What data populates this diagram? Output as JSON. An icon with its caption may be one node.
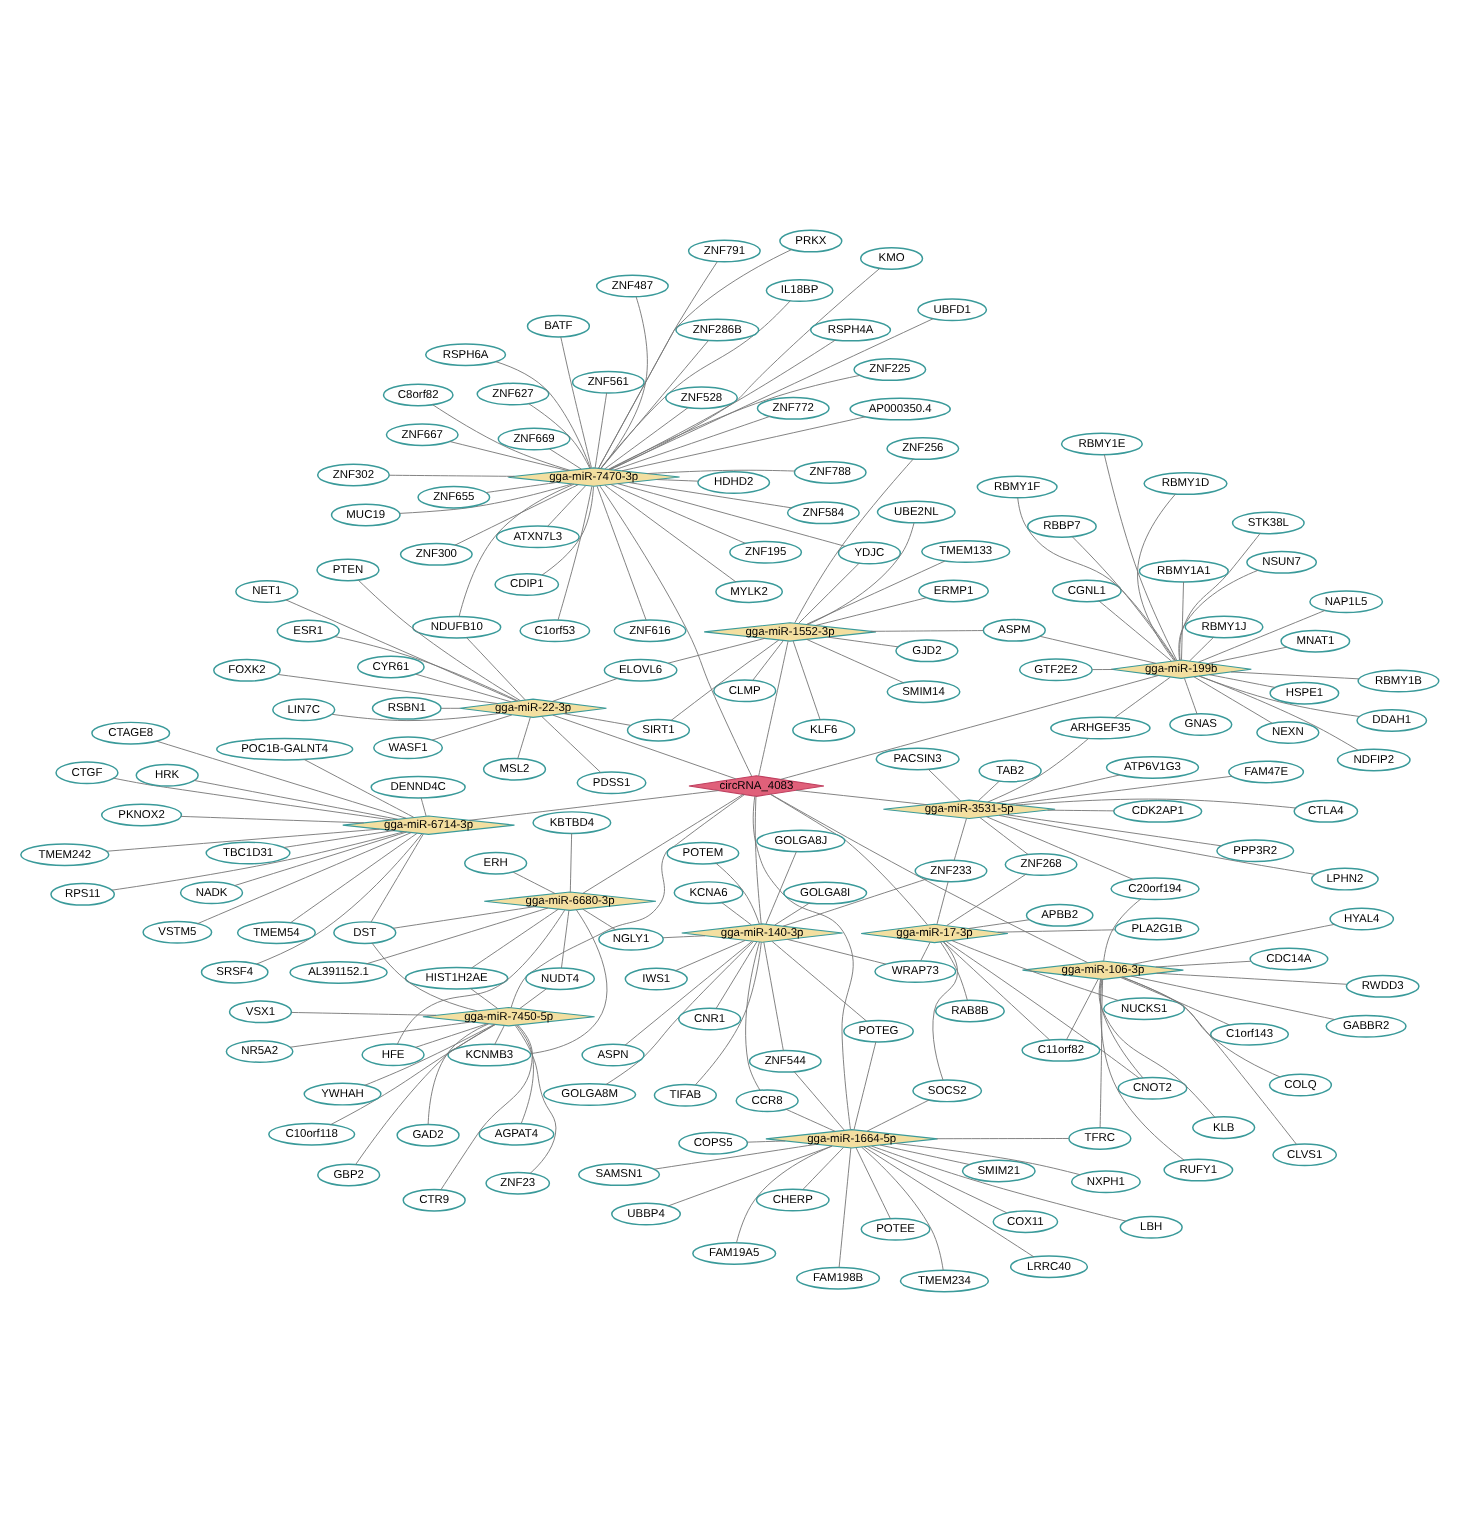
{
  "diagram": {
    "nodes": [
      {
        "text": [
          "circRNA_4083"
        ]
      },
      {
        "text": [
          "gga-miR-7470-3p"
        ]
      },
      {
        "text": [
          "gga-miR-199b"
        ]
      },
      {
        "text": [
          "gga-miR-1552-3p"
        ]
      },
      {
        "text": [
          "gga-miR-22-3p"
        ]
      },
      {
        "text": [
          "gga-miR-6714-3p"
        ]
      },
      {
        "text": [
          "gga-miR-3531-5p"
        ]
      },
      {
        "text": [
          "gga-miR-6680-3p"
        ]
      },
      {
        "text": [
          "gga-miR-7450-5p"
        ]
      },
      {
        "text": [
          "gga-miR-17-3p"
        ]
      },
      {
        "text": [
          "gga-miR-140-3p"
        ]
      },
      {
        "text": [
          "gga-miR-106-3p"
        ]
      },
      {
        "text": [
          "gga-miR-1664-5p"
        ]
      },
      {
        "text": [
          "ZNF772"
        ]
      },
      {
        "text": [
          "ZNF791"
        ]
      },
      {
        "text": [
          "MYLK2"
        ]
      },
      {
        "text": [
          "ZNF195"
        ]
      },
      {
        "text": [
          "C8orf82"
        ]
      },
      {
        "text": [
          "ZNF302"
        ]
      },
      {
        "text": [
          "ZNF667"
        ]
      },
      {
        "text": [
          "ATXN7L3"
        ]
      },
      {
        "text": [
          "ZNF300"
        ]
      },
      {
        "text": [
          "IL18BP"
        ]
      },
      {
        "text": [
          "KMO"
        ]
      },
      {
        "text": [
          "ZNF487"
        ]
      },
      {
        "text": [
          "ZNF616"
        ]
      },
      {
        "text": [
          "UBFD1"
        ]
      },
      {
        "text": [
          "ZNF669"
        ]
      },
      {
        "text": [
          "C1orf53"
        ]
      },
      {
        "text": [
          "ZNF584"
        ]
      },
      {
        "text": [
          "ZNF286B"
        ]
      },
      {
        "text": [
          "ZNF528"
        ]
      },
      {
        "text": [
          "CDIP1"
        ]
      },
      {
        "text": [
          "ZNF627"
        ]
      },
      {
        "text": [
          "RSPH4A"
        ]
      },
      {
        "text": [
          "HDHD2"
        ]
      },
      {
        "text": [
          "ZNF561"
        ]
      },
      {
        "text": [
          "PRKX"
        ]
      },
      {
        "text": [
          "YDJC"
        ]
      },
      {
        "text": [
          "MUC19"
        ]
      },
      {
        "text": [
          "BATF"
        ]
      },
      {
        "text": [
          "RSPH6A"
        ]
      },
      {
        "text": [
          "ZNF655"
        ]
      },
      {
        "text": [
          "ZNF225"
        ]
      },
      {
        "text": [
          "AP000350.4"
        ]
      },
      {
        "text": [
          "NDUFB10"
        ]
      },
      {
        "text": [
          "ZNF788"
        ]
      },
      {
        "text": [
          "ZNF256"
        ]
      },
      {
        "text": [
          "DDAH1"
        ]
      },
      {
        "text": [
          "NDFIP2"
        ]
      },
      {
        "text": [
          "CGNL1"
        ]
      },
      {
        "text": [
          "RBMY1B"
        ]
      },
      {
        "text": [
          "STK38L"
        ]
      },
      {
        "text": [
          "RBMY1D"
        ]
      },
      {
        "text": [
          "NSUN7"
        ]
      },
      {
        "text": [
          "NEXN"
        ]
      },
      {
        "text": [
          "GNAS"
        ]
      },
      {
        "text": [
          "RBMY1F"
        ]
      },
      {
        "text": [
          "MNAT1"
        ]
      },
      {
        "text": [
          "RBBP7"
        ]
      },
      {
        "text": [
          "RBMY1A1"
        ]
      },
      {
        "text": [
          "RBMY1E"
        ]
      },
      {
        "text": [
          "GTF2E2"
        ]
      },
      {
        "text": [
          "NAP1L5"
        ]
      },
      {
        "text": [
          "HSPE1"
        ]
      },
      {
        "text": [
          "ARHGEF35"
        ]
      },
      {
        "text": [
          "RBMY1J"
        ]
      },
      {
        "text": [
          "ASPM"
        ]
      },
      {
        "text": [
          "ERMP1"
        ]
      },
      {
        "text": [
          "CLMP"
        ]
      },
      {
        "text": [
          "GJD2"
        ]
      },
      {
        "text": [
          "UBE2NL"
        ]
      },
      {
        "text": [
          "TMEM133"
        ]
      },
      {
        "text": [
          "KLF6"
        ]
      },
      {
        "text": [
          "SMIM14"
        ]
      },
      {
        "text": [
          "SIRT1"
        ]
      },
      {
        "text": [
          "ELOVL6"
        ]
      },
      {
        "text": [
          "RSBN1"
        ]
      },
      {
        "text": [
          "FOXK2"
        ]
      },
      {
        "text": [
          "PDSS1"
        ]
      },
      {
        "text": [
          "ESR1"
        ]
      },
      {
        "text": [
          "LIN7C"
        ]
      },
      {
        "text": [
          "MSL2"
        ]
      },
      {
        "text": [
          "WASF1"
        ]
      },
      {
        "text": [
          "PTEN"
        ]
      },
      {
        "text": [
          "NET1"
        ]
      },
      {
        "text": [
          "CYR61"
        ]
      },
      {
        "text": [
          "CTGF"
        ]
      },
      {
        "text": [
          "HRK"
        ]
      },
      {
        "text": [
          "VSTM5"
        ]
      },
      {
        "text": [
          "POC1B-GALNT4"
        ]
      },
      {
        "text": [
          "TMEM242"
        ]
      },
      {
        "text": [
          "DENND4C"
        ]
      },
      {
        "text": [
          "CTAGE8"
        ]
      },
      {
        "text": [
          "PKNOX2"
        ]
      },
      {
        "text": [
          "SRSF4"
        ]
      },
      {
        "text": [
          "NADK"
        ]
      },
      {
        "text": [
          "TMEM54"
        ]
      },
      {
        "text": [
          "TBC1D31"
        ]
      },
      {
        "text": [
          "RPS11"
        ]
      },
      {
        "text": [
          "DST"
        ]
      },
      {
        "text": [
          "FAM47E"
        ]
      },
      {
        "text": [
          "PACSIN3"
        ]
      },
      {
        "text": [
          "CDK2AP1"
        ]
      },
      {
        "text": [
          "TAB2"
        ]
      },
      {
        "text": [
          "CTLA4"
        ]
      },
      {
        "text": [
          "LPHN2"
        ]
      },
      {
        "text": [
          "PPP3R2"
        ]
      },
      {
        "text": [
          "ATP6V1G3"
        ]
      },
      {
        "text": [
          "C20orf194"
        ]
      },
      {
        "text": [
          "ZNF268"
        ]
      },
      {
        "text": [
          "ZNF233"
        ]
      },
      {
        "text": [
          "KBTBD4"
        ]
      },
      {
        "text": [
          "AL391152.1"
        ]
      },
      {
        "text": [
          "ERH"
        ]
      },
      {
        "text": [
          "HIST1H2AE"
        ]
      },
      {
        "text": [
          "HFE"
        ]
      },
      {
        "text": [
          "KCNMB3"
        ]
      },
      {
        "text": [
          "NUDT4"
        ]
      },
      {
        "text": [
          "AGPAT4"
        ]
      },
      {
        "text": [
          "NR5A2"
        ]
      },
      {
        "text": [
          "C10orf118"
        ]
      },
      {
        "text": [
          "CTR9"
        ]
      },
      {
        "text": [
          "ZNF23"
        ]
      },
      {
        "text": [
          "GAD2"
        ]
      },
      {
        "text": [
          "VSX1"
        ]
      },
      {
        "text": [
          "YWHAH"
        ]
      },
      {
        "text": [
          "GBP2"
        ]
      },
      {
        "text": [
          "PLA2G1B"
        ]
      },
      {
        "text": [
          "RAB8B"
        ]
      },
      {
        "text": [
          "APBB2"
        ]
      },
      {
        "text": [
          "CNOT2"
        ]
      },
      {
        "text": [
          "C11orf82"
        ]
      },
      {
        "text": [
          "NUCKS1"
        ]
      },
      {
        "text": [
          "WRAP73"
        ]
      },
      {
        "text": [
          "SOCS2"
        ]
      },
      {
        "text": [
          "NGLY1"
        ]
      },
      {
        "text": [
          "TIFAB"
        ]
      },
      {
        "text": [
          "KCNA6"
        ]
      },
      {
        "text": [
          "GOLGA8M"
        ]
      },
      {
        "text": [
          "GOLGA8I"
        ]
      },
      {
        "text": [
          "ASPN"
        ]
      },
      {
        "text": [
          "GOLGA8J"
        ]
      },
      {
        "text": [
          "CNR1"
        ]
      },
      {
        "text": [
          "IWS1"
        ]
      },
      {
        "text": [
          "POTEM"
        ]
      },
      {
        "text": [
          "POTEG"
        ]
      },
      {
        "text": [
          "CCR8"
        ]
      },
      {
        "text": [
          "ZNF544"
        ]
      },
      {
        "text": [
          "HYAL4"
        ]
      },
      {
        "text": [
          "GABBR2"
        ]
      },
      {
        "text": [
          "CLVS1"
        ]
      },
      {
        "text": [
          "KLB"
        ]
      },
      {
        "text": [
          "RUFY1"
        ]
      },
      {
        "text": [
          "C1orf143"
        ]
      },
      {
        "text": [
          "COLQ"
        ]
      },
      {
        "text": [
          "RWDD3"
        ]
      },
      {
        "text": [
          "CDC14A"
        ]
      },
      {
        "text": [
          "TFRC"
        ]
      },
      {
        "text": [
          "SAMSN1"
        ]
      },
      {
        "text": [
          "FAM198B"
        ]
      },
      {
        "text": [
          "UBBP4"
        ]
      },
      {
        "text": [
          "LRRC40"
        ]
      },
      {
        "text": [
          "SMIM21"
        ]
      },
      {
        "text": [
          "NXPH1"
        ]
      },
      {
        "text": [
          "LBH"
        ]
      },
      {
        "text": [
          "FAM19A5"
        ]
      },
      {
        "text": [
          "TMEM234"
        ]
      },
      {
        "text": [
          "COX11"
        ]
      },
      {
        "text": [
          "COPS5"
        ]
      },
      {
        "text": [
          "CHERP"
        ]
      },
      {
        "text": [
          "POTEE"
        ]
      }
    ],
    "edges": [
      {
        "from": 0,
        "to": 1,
        "arrow": "none"
      },
      {
        "from": 0,
        "to": 2,
        "arrow": "none"
      },
      {
        "from": 0,
        "to": 3,
        "arrow": "none"
      },
      {
        "from": 0,
        "to": 4,
        "arrow": "none"
      },
      {
        "from": 0,
        "to": 5,
        "arrow": "none"
      },
      {
        "from": 0,
        "to": 6,
        "arrow": "none"
      },
      {
        "from": 0,
        "to": 7,
        "arrow": "none"
      },
      {
        "from": 0,
        "to": 8,
        "arrow": "none"
      },
      {
        "from": 0,
        "to": 9,
        "arrow": "none"
      },
      {
        "from": 0,
        "to": 10,
        "arrow": "none"
      },
      {
        "from": 0,
        "to": 11,
        "arrow": "none"
      },
      {
        "from": 0,
        "to": 12,
        "arrow": "none"
      },
      {
        "from": 1,
        "to": 13,
        "arrow": "none"
      },
      {
        "from": 1,
        "to": 14,
        "arrow": "none"
      },
      {
        "from": 1,
        "to": 15,
        "arrow": "none"
      },
      {
        "from": 1,
        "to": 16,
        "arrow": "none"
      },
      {
        "from": 1,
        "to": 17,
        "arrow": "none"
      },
      {
        "from": 1,
        "to": 18,
        "arrow": "none"
      },
      {
        "from": 1,
        "to": 19,
        "arrow": "none"
      },
      {
        "from": 1,
        "to": 20,
        "arrow": "none"
      },
      {
        "from": 1,
        "to": 21,
        "arrow": "none"
      },
      {
        "from": 1,
        "to": 22,
        "arrow": "none"
      },
      {
        "from": 1,
        "to": 23,
        "arrow": "none"
      },
      {
        "from": 1,
        "to": 24,
        "arrow": "none"
      },
      {
        "from": 1,
        "to": 25,
        "arrow": "none"
      },
      {
        "from": 1,
        "to": 26,
        "arrow": "none"
      },
      {
        "from": 1,
        "to": 27,
        "arrow": "none"
      },
      {
        "from": 1,
        "to": 28,
        "arrow": "none"
      },
      {
        "from": 1,
        "to": 29,
        "arrow": "none"
      },
      {
        "from": 1,
        "to": 30,
        "arrow": "none"
      },
      {
        "from": 1,
        "to": 31,
        "arrow": "none"
      },
      {
        "from": 1,
        "to": 32,
        "arrow": "none"
      },
      {
        "from": 1,
        "to": 33,
        "arrow": "none"
      },
      {
        "from": 1,
        "to": 34,
        "arrow": "none"
      },
      {
        "from": 1,
        "to": 35,
        "arrow": "none"
      },
      {
        "from": 1,
        "to": 36,
        "arrow": "none"
      },
      {
        "from": 1,
        "to": 37,
        "arrow": "none"
      },
      {
        "from": 1,
        "to": 38,
        "arrow": "none"
      },
      {
        "from": 1,
        "to": 39,
        "arrow": "none"
      },
      {
        "from": 1,
        "to": 40,
        "arrow": "none"
      },
      {
        "from": 1,
        "to": 41,
        "arrow": "none"
      },
      {
        "from": 1,
        "to": 42,
        "arrow": "none"
      },
      {
        "from": 1,
        "to": 43,
        "arrow": "none"
      },
      {
        "from": 1,
        "to": 44,
        "arrow": "none"
      },
      {
        "from": 1,
        "to": 45,
        "arrow": "none"
      },
      {
        "from": 1,
        "to": 46,
        "arrow": "none"
      },
      {
        "from": 3,
        "to": 47,
        "arrow": "none"
      },
      {
        "from": 3,
        "to": 38,
        "arrow": "none"
      },
      {
        "from": 4,
        "to": 45,
        "arrow": "none"
      },
      {
        "from": 2,
        "to": 48,
        "arrow": "none"
      },
      {
        "from": 2,
        "to": 49,
        "arrow": "none"
      },
      {
        "from": 2,
        "to": 50,
        "arrow": "none"
      },
      {
        "from": 2,
        "to": 51,
        "arrow": "none"
      },
      {
        "from": 2,
        "to": 52,
        "arrow": "none"
      },
      {
        "from": 2,
        "to": 53,
        "arrow": "none"
      },
      {
        "from": 2,
        "to": 54,
        "arrow": "none"
      },
      {
        "from": 2,
        "to": 55,
        "arrow": "none"
      },
      {
        "from": 2,
        "to": 56,
        "arrow": "none"
      },
      {
        "from": 2,
        "to": 57,
        "arrow": "none"
      },
      {
        "from": 2,
        "to": 58,
        "arrow": "none"
      },
      {
        "from": 2,
        "to": 59,
        "arrow": "none"
      },
      {
        "from": 2,
        "to": 60,
        "arrow": "none"
      },
      {
        "from": 2,
        "to": 61,
        "arrow": "none"
      },
      {
        "from": 2,
        "to": 62,
        "arrow": "none"
      },
      {
        "from": 2,
        "to": 63,
        "arrow": "none"
      },
      {
        "from": 2,
        "to": 64,
        "arrow": "none"
      },
      {
        "from": 2,
        "to": 65,
        "arrow": "none"
      },
      {
        "from": 2,
        "to": 66,
        "arrow": "none"
      },
      {
        "from": 2,
        "to": 67,
        "arrow": "none"
      },
      {
        "from": 6,
        "to": 65,
        "arrow": "none"
      },
      {
        "from": 3,
        "to": 67,
        "arrow": "none"
      },
      {
        "from": 3,
        "to": 68,
        "arrow": "none"
      },
      {
        "from": 3,
        "to": 69,
        "arrow": "none"
      },
      {
        "from": 3,
        "to": 70,
        "arrow": "none"
      },
      {
        "from": 3,
        "to": 71,
        "arrow": "none"
      },
      {
        "from": 3,
        "to": 72,
        "arrow": "none"
      },
      {
        "from": 3,
        "to": 73,
        "arrow": "none"
      },
      {
        "from": 3,
        "to": 74,
        "arrow": "none"
      },
      {
        "from": 3,
        "to": 75,
        "arrow": "none"
      },
      {
        "from": 3,
        "to": 76,
        "arrow": "none"
      },
      {
        "from": 4,
        "to": 75,
        "arrow": "none"
      },
      {
        "from": 4,
        "to": 76,
        "arrow": "none"
      },
      {
        "from": 4,
        "to": 77,
        "arrow": "none"
      },
      {
        "from": 4,
        "to": 78,
        "arrow": "none"
      },
      {
        "from": 4,
        "to": 79,
        "arrow": "none"
      },
      {
        "from": 4,
        "to": 80,
        "arrow": "none"
      },
      {
        "from": 4,
        "to": 81,
        "arrow": "none"
      },
      {
        "from": 4,
        "to": 82,
        "arrow": "none"
      },
      {
        "from": 4,
        "to": 83,
        "arrow": "none"
      },
      {
        "from": 4,
        "to": 84,
        "arrow": "none"
      },
      {
        "from": 4,
        "to": 85,
        "arrow": "none"
      },
      {
        "from": 4,
        "to": 86,
        "arrow": "none"
      },
      {
        "from": 5,
        "to": 87,
        "arrow": "none"
      },
      {
        "from": 5,
        "to": 88,
        "arrow": "none"
      },
      {
        "from": 5,
        "to": 89,
        "arrow": "none"
      },
      {
        "from": 5,
        "to": 90,
        "arrow": "none"
      },
      {
        "from": 5,
        "to": 91,
        "arrow": "none"
      },
      {
        "from": 5,
        "to": 92,
        "arrow": "none"
      },
      {
        "from": 5,
        "to": 93,
        "arrow": "none"
      },
      {
        "from": 5,
        "to": 94,
        "arrow": "none"
      },
      {
        "from": 5,
        "to": 95,
        "arrow": "none"
      },
      {
        "from": 5,
        "to": 96,
        "arrow": "none"
      },
      {
        "from": 5,
        "to": 97,
        "arrow": "none"
      },
      {
        "from": 5,
        "to": 98,
        "arrow": "none"
      },
      {
        "from": 5,
        "to": 99,
        "arrow": "none"
      },
      {
        "from": 5,
        "to": 100,
        "arrow": "none"
      },
      {
        "from": 8,
        "to": 100,
        "arrow": "none"
      },
      {
        "from": 7,
        "to": 100,
        "arrow": "none"
      },
      {
        "from": 6,
        "to": 101,
        "arrow": "none"
      },
      {
        "from": 6,
        "to": 102,
        "arrow": "none"
      },
      {
        "from": 6,
        "to": 103,
        "arrow": "none"
      },
      {
        "from": 6,
        "to": 104,
        "arrow": "none"
      },
      {
        "from": 6,
        "to": 105,
        "arrow": "none"
      },
      {
        "from": 6,
        "to": 106,
        "arrow": "none"
      },
      {
        "from": 6,
        "to": 107,
        "arrow": "none"
      },
      {
        "from": 6,
        "to": 108,
        "arrow": "none"
      },
      {
        "from": 6,
        "to": 109,
        "arrow": "none"
      },
      {
        "from": 6,
        "to": 110,
        "arrow": "none"
      },
      {
        "from": 6,
        "to": 111,
        "arrow": "none"
      },
      {
        "from": 11,
        "to": 109,
        "arrow": "none"
      },
      {
        "from": 9,
        "to": 110,
        "arrow": "none"
      },
      {
        "from": 9,
        "to": 111,
        "arrow": "none"
      },
      {
        "from": 10,
        "to": 111,
        "arrow": "none"
      },
      {
        "from": 7,
        "to": 112,
        "arrow": "none"
      },
      {
        "from": 7,
        "to": 113,
        "arrow": "none"
      },
      {
        "from": 7,
        "to": 114,
        "arrow": "none"
      },
      {
        "from": 7,
        "to": 115,
        "arrow": "none"
      },
      {
        "from": 7,
        "to": 116,
        "arrow": "none"
      },
      {
        "from": 7,
        "to": 117,
        "arrow": "none"
      },
      {
        "from": 7,
        "to": 118,
        "arrow": "none"
      },
      {
        "from": 8,
        "to": 115,
        "arrow": "none"
      },
      {
        "from": 8,
        "to": 116,
        "arrow": "none"
      },
      {
        "from": 8,
        "to": 117,
        "arrow": "none"
      },
      {
        "from": 8,
        "to": 118,
        "arrow": "none"
      },
      {
        "from": 7,
        "to": 136,
        "arrow": "none"
      },
      {
        "from": 8,
        "to": 119,
        "arrow": "none"
      },
      {
        "from": 8,
        "to": 120,
        "arrow": "none"
      },
      {
        "from": 8,
        "to": 121,
        "arrow": "none"
      },
      {
        "from": 8,
        "to": 122,
        "arrow": "none"
      },
      {
        "from": 8,
        "to": 123,
        "arrow": "none"
      },
      {
        "from": 8,
        "to": 124,
        "arrow": "none"
      },
      {
        "from": 8,
        "to": 125,
        "arrow": "none"
      },
      {
        "from": 8,
        "to": 126,
        "arrow": "none"
      },
      {
        "from": 8,
        "to": 127,
        "arrow": "none"
      },
      {
        "from": 9,
        "to": 128,
        "arrow": "none"
      },
      {
        "from": 9,
        "to": 129,
        "arrow": "none"
      },
      {
        "from": 9,
        "to": 130,
        "arrow": "none"
      },
      {
        "from": 9,
        "to": 131,
        "arrow": "none"
      },
      {
        "from": 9,
        "to": 132,
        "arrow": "none"
      },
      {
        "from": 9,
        "to": 133,
        "arrow": "none"
      },
      {
        "from": 9,
        "to": 134,
        "arrow": "none"
      },
      {
        "from": 9,
        "to": 135,
        "arrow": "none"
      },
      {
        "from": 11,
        "to": 131,
        "arrow": "none"
      },
      {
        "from": 11,
        "to": 132,
        "arrow": "none"
      },
      {
        "from": 12,
        "to": 135,
        "arrow": "none"
      },
      {
        "from": 10,
        "to": 134,
        "arrow": "none"
      },
      {
        "from": 10,
        "to": 136,
        "arrow": "none"
      },
      {
        "from": 10,
        "to": 137,
        "arrow": "none"
      },
      {
        "from": 10,
        "to": 138,
        "arrow": "none"
      },
      {
        "from": 10,
        "to": 139,
        "arrow": "none"
      },
      {
        "from": 10,
        "to": 140,
        "arrow": "none"
      },
      {
        "from": 10,
        "to": 141,
        "arrow": "none"
      },
      {
        "from": 10,
        "to": 142,
        "arrow": "none"
      },
      {
        "from": 10,
        "to": 143,
        "arrow": "none"
      },
      {
        "from": 10,
        "to": 144,
        "arrow": "none"
      },
      {
        "from": 10,
        "to": 145,
        "arrow": "none"
      },
      {
        "from": 10,
        "to": 146,
        "arrow": "none"
      },
      {
        "from": 10,
        "to": 147,
        "arrow": "none"
      },
      {
        "from": 10,
        "to": 148,
        "arrow": "none"
      },
      {
        "from": 12,
        "to": 146,
        "arrow": "none"
      },
      {
        "from": 12,
        "to": 147,
        "arrow": "none"
      },
      {
        "from": 12,
        "to": 148,
        "arrow": "none"
      },
      {
        "from": 11,
        "to": 149,
        "arrow": "none"
      },
      {
        "from": 11,
        "to": 150,
        "arrow": "none"
      },
      {
        "from": 11,
        "to": 151,
        "arrow": "none"
      },
      {
        "from": 11,
        "to": 152,
        "arrow": "none"
      },
      {
        "from": 11,
        "to": 153,
        "arrow": "none"
      },
      {
        "from": 11,
        "to": 154,
        "arrow": "none"
      },
      {
        "from": 11,
        "to": 155,
        "arrow": "none"
      },
      {
        "from": 11,
        "to": 156,
        "arrow": "none"
      },
      {
        "from": 11,
        "to": 157,
        "arrow": "none"
      },
      {
        "from": 11,
        "to": 158,
        "arrow": "none"
      },
      {
        "from": 12,
        "to": 158,
        "arrow": "none"
      },
      {
        "from": 12,
        "to": 159,
        "arrow": "none"
      },
      {
        "from": 12,
        "to": 160,
        "arrow": "none"
      },
      {
        "from": 12,
        "to": 161,
        "arrow": "none"
      },
      {
        "from": 12,
        "to": 162,
        "arrow": "none"
      },
      {
        "from": 12,
        "to": 163,
        "arrow": "none"
      },
      {
        "from": 12,
        "to": 164,
        "arrow": "none"
      },
      {
        "from": 12,
        "to": 165,
        "arrow": "none"
      },
      {
        "from": 12,
        "to": 166,
        "arrow": "none"
      },
      {
        "from": 12,
        "to": 167,
        "arrow": "none"
      },
      {
        "from": 12,
        "to": 168,
        "arrow": "none"
      },
      {
        "from": 12,
        "to": 169,
        "arrow": "none"
      },
      {
        "from": 12,
        "to": 170,
        "arrow": "none"
      },
      {
        "from": 12,
        "to": 171,
        "arrow": "none"
      }
    ]
  }
}
